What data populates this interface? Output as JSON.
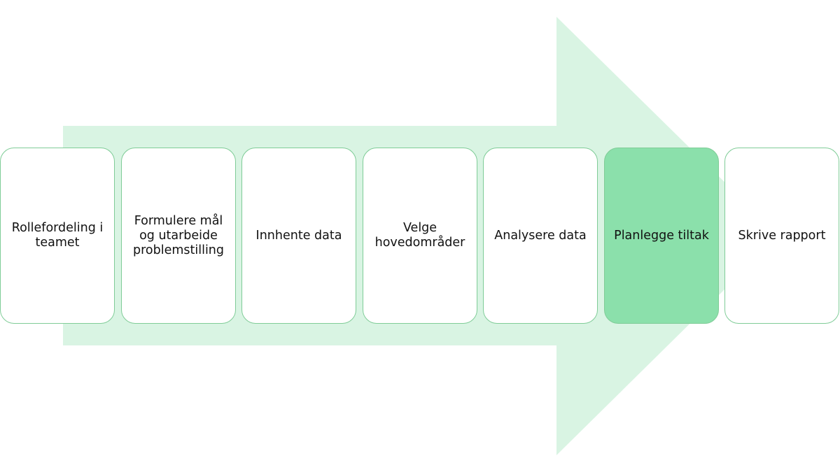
{
  "diagram": {
    "arrow_color": "#d9f4e3",
    "box_border_color": "#7fcc97",
    "active_fill_color": "#8be0ab",
    "active_step_index": 5,
    "steps": [
      {
        "label": "Rollefordeling i teamet"
      },
      {
        "label": "Formulere mål og utarbeide problemstilling"
      },
      {
        "label": "Innhente data"
      },
      {
        "label": "Velge hovedområder"
      },
      {
        "label": "Analysere data"
      },
      {
        "label": "Planlegge tiltak"
      },
      {
        "label": "Skrive rapport"
      }
    ]
  }
}
